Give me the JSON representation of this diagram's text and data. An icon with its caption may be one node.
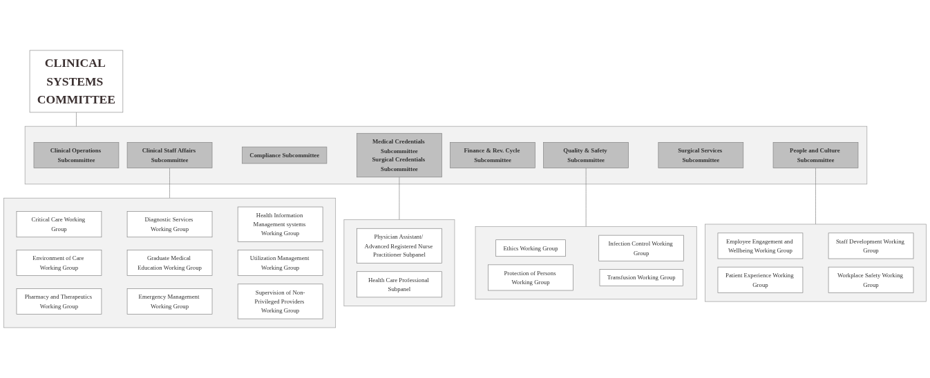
{
  "diagram": {
    "nodes": [
      {
        "text": [
          "CLINICAL SYSTEMS COMMITTEE"
        ]
      },
      {
        "text": [],
        "shape": "box"
      },
      {
        "text": [
          "Clinical Operations Subcommittee"
        ],
        "in": 1
      },
      {
        "text": [
          "Clinical Staff Affairs Subcommittee"
        ],
        "in": 1
      },
      {
        "text": [
          "Compliance Subcommittee"
        ],
        "in": 1
      },
      {
        "text": [
          "Medical Credentials Subcommittee",
          "Surgical Credentials Subcommittee"
        ],
        "in": 1
      },
      {
        "text": [
          "Finance & Rev. Cycle Subcommittee"
        ],
        "in": 1
      },
      {
        "text": [
          "Quality & Safety Subcommittee"
        ],
        "in": 1
      },
      {
        "text": [
          "Surgical Services Subcommittee"
        ],
        "in": 1
      },
      {
        "text": [
          "People and Culture Subcommittee"
        ],
        "in": 1
      },
      {
        "text": [],
        "shape": "box"
      },
      {
        "text": [
          "Critical Care Working Group"
        ],
        "in": 10
      },
      {
        "text": [
          "Environment of Care Working Group"
        ],
        "in": 10
      },
      {
        "text": [
          "Pharmacy and Therapeutics Working Group"
        ],
        "in": 10
      },
      {
        "text": [
          "Diagnostic Services Working Group"
        ],
        "in": 10
      },
      {
        "text": [
          "Graduate Medical Education Working Group"
        ],
        "in": 10
      },
      {
        "text": [
          "Emergency Management Working Group"
        ],
        "in": 10
      },
      {
        "text": [
          "Health Information Management systems Working Group"
        ],
        "in": 10
      },
      {
        "text": [
          "Utilization Management Working Group"
        ],
        "in": 10
      },
      {
        "text": [
          "Supervision of Non-Privileged Providers Working Group"
        ],
        "in": 10
      },
      {
        "text": [],
        "shape": "box"
      },
      {
        "text": [
          "Physician Assistant/ Advanced Registered Nurse Practitioner Subpanel"
        ],
        "in": 20
      },
      {
        "text": [
          "Health Care Professional Subpanel"
        ],
        "in": 20
      },
      {
        "text": [],
        "shape": "box"
      },
      {
        "text": [
          "Ethics Working Group"
        ],
        "in": 23
      },
      {
        "text": [
          "Protection of Persons Working Group"
        ],
        "in": 23
      },
      {
        "text": [
          "Infection Control Working Group"
        ],
        "in": 23
      },
      {
        "text": [
          "Transfusion Working Group"
        ],
        "in": 23
      },
      {
        "text": [],
        "shape": "box"
      },
      {
        "text": [
          "Employee Engagement and Wellbeing Working Group"
        ],
        "in": 28
      },
      {
        "text": [
          "Patient Experience Working Group"
        ],
        "in": 28
      },
      {
        "text": [
          "Staff Development Working Group"
        ],
        "in": 28
      },
      {
        "text": [
          "Workplace Safety Working Group"
        ],
        "in": 28
      }
    ],
    "edges": [
      {
        "from": 0,
        "to": 1,
        "arrow": "none"
      },
      {
        "from": 3,
        "to": 10,
        "arrow": "none"
      },
      {
        "from": 5,
        "to": 20,
        "arrow": "none"
      },
      {
        "from": 7,
        "to": 23,
        "arrow": "none"
      },
      {
        "from": 9,
        "to": 28,
        "arrow": "none"
      }
    ]
  }
}
